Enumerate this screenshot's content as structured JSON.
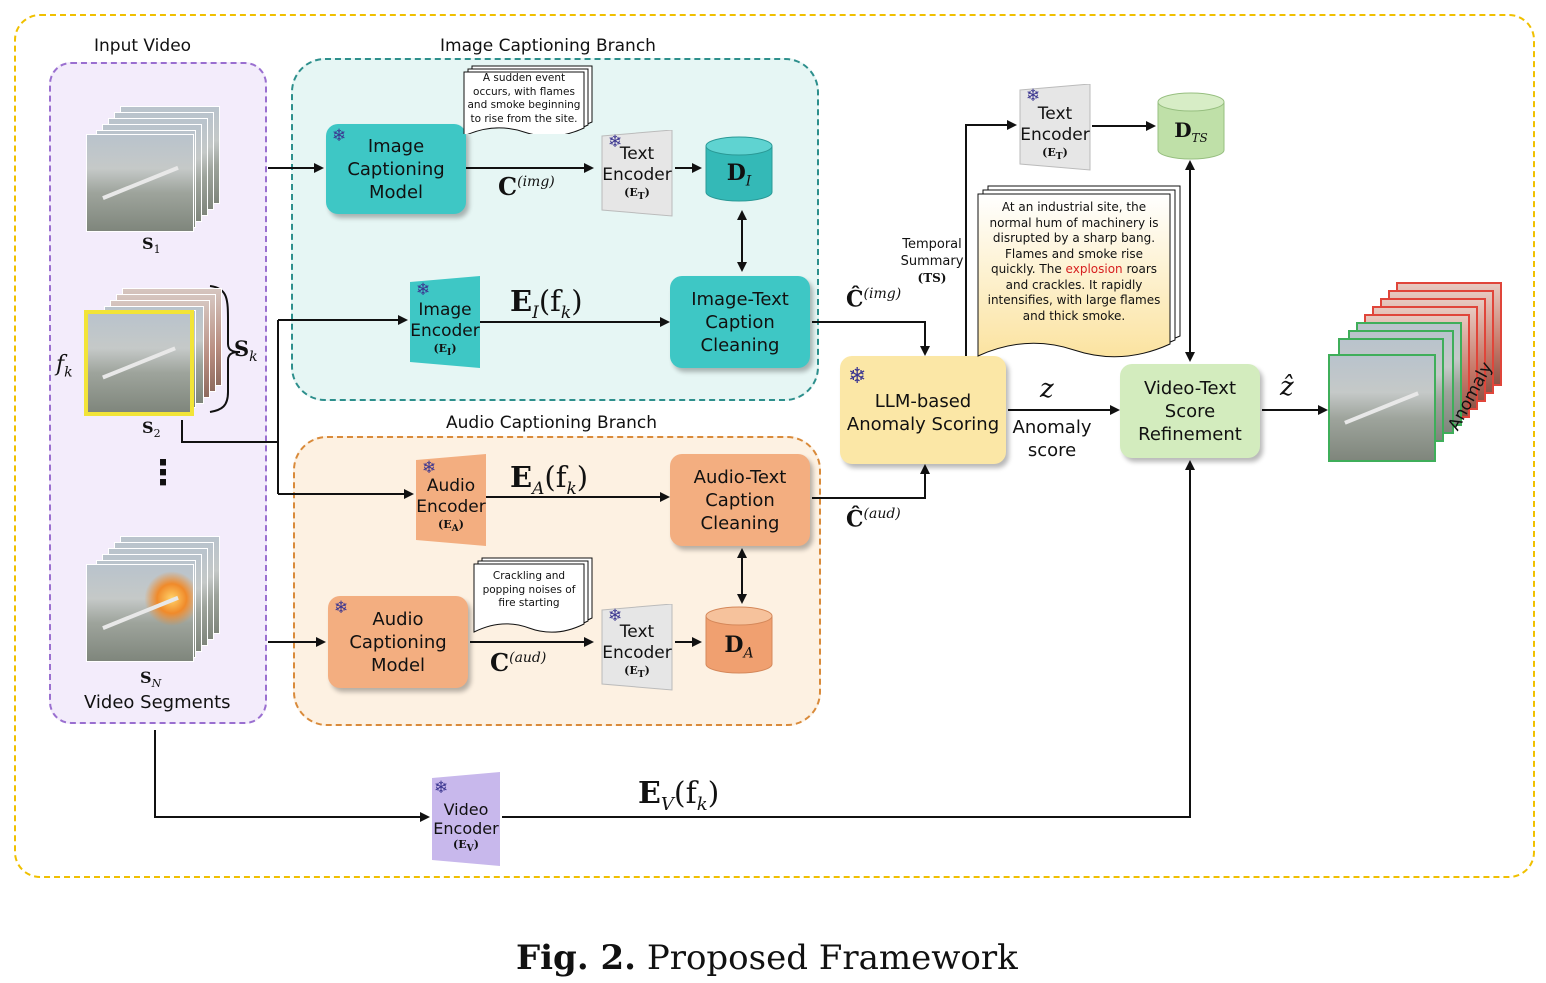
{
  "containers": {
    "input_video": "Input Video",
    "image_branch": "Image Captioning Branch",
    "audio_branch": "Audio Captioning Branch",
    "video_segments": "Video Segments"
  },
  "segments": {
    "s1": "S",
    "s1_sub": "1",
    "s2": "S",
    "s2_sub": "2",
    "sn": "S",
    "sn_sub": "N",
    "sk": "S",
    "sk_sub": "k",
    "fk": "f",
    "fk_sub": "k",
    "dots": "⋮"
  },
  "nodes": {
    "image_captioning_model": [
      "Image",
      "Captioning",
      "Model"
    ],
    "text_encoder_img": [
      "Text",
      "Encoder"
    ],
    "text_encoder_sub": "(E",
    "text_encoder_sub_T": "T",
    "image_encoder": [
      "Image",
      "Encoder"
    ],
    "image_encoder_sub": "(E",
    "image_encoder_sub_I": "I",
    "image_text_cleaning": [
      "Image-Text",
      "Caption",
      "Cleaning"
    ],
    "audio_encoder": [
      "Audio",
      "Encoder"
    ],
    "audio_encoder_sub": "(E",
    "audio_encoder_sub_A": "A",
    "audio_text_cleaning": [
      "Audio-Text",
      "Caption",
      "Cleaning"
    ],
    "audio_captioning_model": [
      "Audio",
      "Captioning",
      "Model"
    ],
    "text_encoder_aud": [
      "Text",
      "Encoder"
    ],
    "llm_scoring": [
      "LLM-based",
      "Anomaly Scoring"
    ],
    "text_encoder_ts": [
      "Text",
      "Encoder"
    ],
    "video_text_refinement": [
      "Video-Text",
      "Score",
      "Refinement"
    ],
    "video_encoder": [
      "Video",
      "Encoder"
    ],
    "video_encoder_sub": "(E",
    "video_encoder_sub_V": "V"
  },
  "databases": {
    "di": "D",
    "di_sub": "I",
    "da": "D",
    "da_sub": "A",
    "dts": "D",
    "dts_sub": "TS"
  },
  "edge_labels": {
    "c_img": "C",
    "c_img_sup": "(img)",
    "c_aud": "C",
    "c_aud_sup": "(aud)",
    "ei_fk": "E",
    "ei_fk_sub": "I",
    "ea_fk": "E",
    "ea_fk_sub": "A",
    "ev_fk": "E",
    "ev_fk_sub": "V",
    "fk_arg": "(f",
    "fk_arg_sub": "k",
    "close": ")",
    "chat_img": "Ĉ",
    "chat_img_sup": "(img)",
    "chat_aud": "Ĉ",
    "chat_aud_sup": "(aud)",
    "temporal_summary": [
      "Temporal",
      "Summary",
      "(TS)"
    ],
    "z": "z",
    "anomaly_score": [
      "Anomaly",
      "score"
    ],
    "z_hat": "ẑ",
    "anomaly": "Anomaly"
  },
  "notes": {
    "image_caption": [
      "A sudden event",
      "occurs, with flames",
      "and smoke beginning",
      "to rise from the site."
    ],
    "audio_caption": [
      "Crackling and",
      "popping noises of",
      "fire starting"
    ],
    "summary_before": "At an industrial site, the normal hum of machinery is disrupted by a sharp bang. Flames and smoke rise quickly. The ",
    "summary_highlight": "explosion",
    "summary_after": " roars and crackles. It rapidly intensifies, with large flames and thick smoke."
  },
  "caption": {
    "fig": "Fig. 2.",
    "title": "Proposed Framework"
  },
  "colors": {
    "teal": "#3ec7c5",
    "orange": "#f3ae80",
    "yellow": "#fbe7a6",
    "green": "#d3ecbe",
    "purple": "#9a6fd0",
    "highlight_red": "#d62020"
  }
}
